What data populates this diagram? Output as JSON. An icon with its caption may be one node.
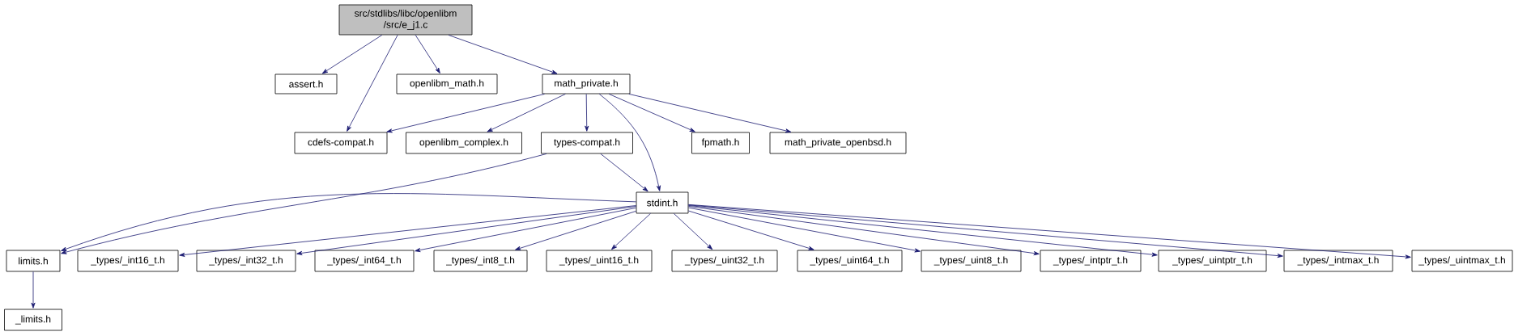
{
  "diagram": {
    "nodes": [
      {
        "text": [
          "src/stdlibs/libc/openlibm /src/e_j1.c"
        ]
      },
      {
        "text": [
          "assert.h"
        ]
      },
      {
        "text": [
          "openlibm_math.h"
        ]
      },
      {
        "text": [
          "math_private.h"
        ]
      },
      {
        "text": [
          "cdefs-compat.h"
        ]
      },
      {
        "text": [
          "openlibm_complex.h"
        ]
      },
      {
        "text": [
          "types-compat.h"
        ]
      },
      {
        "text": [
          "fpmath.h"
        ]
      },
      {
        "text": [
          "math_private_openbsd.h"
        ]
      },
      {
        "text": [
          "stdint.h"
        ]
      },
      {
        "text": [
          "limits.h"
        ]
      },
      {
        "text": [
          "_types/_int16_t.h"
        ]
      },
      {
        "text": [
          "_types/_int32_t.h"
        ]
      },
      {
        "text": [
          "_types/_int64_t.h"
        ]
      },
      {
        "text": [
          "_types/_int8_t.h"
        ]
      },
      {
        "text": [
          "_types/_uint16_t.h"
        ]
      },
      {
        "text": [
          "_types/_uint32_t.h"
        ]
      },
      {
        "text": [
          "_types/_uint64_t.h"
        ]
      },
      {
        "text": [
          "_types/_uint8_t.h"
        ]
      },
      {
        "text": [
          "_types/_intptr_t.h"
        ]
      },
      {
        "text": [
          "_types/_uintptr_t.h"
        ]
      },
      {
        "text": [
          "_types/_intmax_t.h"
        ]
      },
      {
        "text": [
          "_types/_uintmax_t.h"
        ]
      },
      {
        "text": [
          "_limits.h"
        ]
      }
    ],
    "edges": [
      {
        "from": 0,
        "to": 1,
        "arrow": "to"
      },
      {
        "from": 0,
        "to": 4,
        "arrow": "to"
      },
      {
        "from": 0,
        "to": 2,
        "arrow": "to"
      },
      {
        "from": 0,
        "to": 3,
        "arrow": "to"
      },
      {
        "from": 3,
        "to": 4,
        "arrow": "to"
      },
      {
        "from": 3,
        "to": 5,
        "arrow": "to"
      },
      {
        "from": 3,
        "to": 6,
        "arrow": "to"
      },
      {
        "from": 3,
        "to": 9,
        "arrow": "to"
      },
      {
        "from": 3,
        "to": 7,
        "arrow": "to"
      },
      {
        "from": 3,
        "to": 8,
        "arrow": "to"
      },
      {
        "from": 6,
        "to": 10,
        "arrow": "to"
      },
      {
        "from": 6,
        "to": 9,
        "arrow": "to"
      },
      {
        "from": 9,
        "to": 10,
        "arrow": "to"
      },
      {
        "from": 9,
        "to": 11,
        "arrow": "to"
      },
      {
        "from": 9,
        "to": 12,
        "arrow": "to"
      },
      {
        "from": 9,
        "to": 13,
        "arrow": "to"
      },
      {
        "from": 9,
        "to": 14,
        "arrow": "to"
      },
      {
        "from": 9,
        "to": 15,
        "arrow": "to"
      },
      {
        "from": 9,
        "to": 16,
        "arrow": "to"
      },
      {
        "from": 9,
        "to": 17,
        "arrow": "to"
      },
      {
        "from": 9,
        "to": 18,
        "arrow": "to"
      },
      {
        "from": 9,
        "to": 19,
        "arrow": "to"
      },
      {
        "from": 9,
        "to": 20,
        "arrow": "to"
      },
      {
        "from": 9,
        "to": 21,
        "arrow": "to"
      },
      {
        "from": 9,
        "to": 22,
        "arrow": "to"
      },
      {
        "from": 10,
        "to": 23,
        "arrow": "to"
      }
    ]
  }
}
